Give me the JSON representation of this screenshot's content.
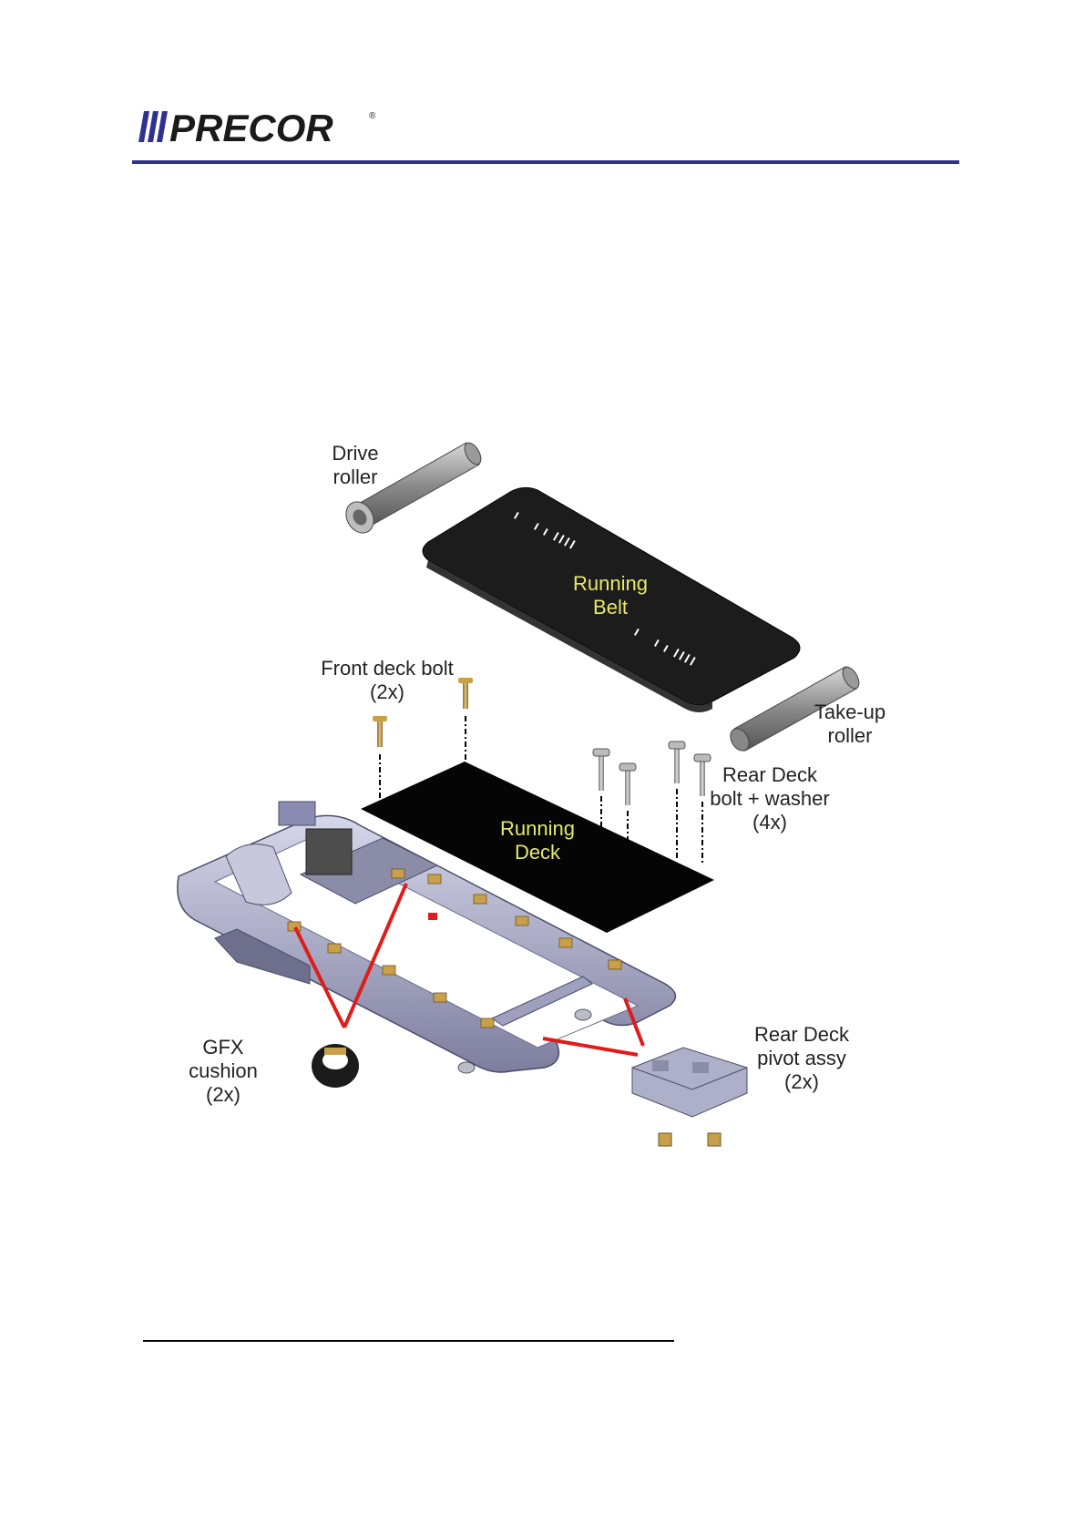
{
  "brand": {
    "name": "PRECOR",
    "registered": "®",
    "accent_color": "#2e3192"
  },
  "labels": {
    "drive_roller": [
      "Drive",
      "roller"
    ],
    "running_belt": [
      "Running",
      "Belt"
    ],
    "front_deck_bolt": [
      "Front deck bolt",
      "(2x)"
    ],
    "take_up_roller": [
      "Take-up",
      "roller"
    ],
    "rear_deck_bolt": [
      "Rear Deck",
      "bolt + washer",
      "(4x)"
    ],
    "running_deck": [
      "Running",
      "Deck"
    ],
    "gfx_cushion": [
      "GFX",
      "cushion",
      "(2x)"
    ],
    "rear_deck_pivot": [
      "Rear Deck",
      "pivot assy",
      "(2x)"
    ]
  },
  "colors": {
    "leader_line": "#e01b1b",
    "belt": "#1c1c1c",
    "deck": "#050505",
    "hardware_gold": "#c9a04a",
    "frame": "#a9aac6",
    "label_on_dark": "#e8e86a"
  }
}
